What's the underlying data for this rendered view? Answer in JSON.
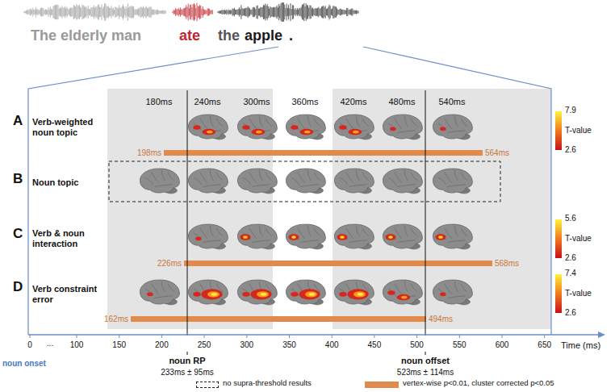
{
  "diagram": {
    "labels": [
      "The elderly man",
      "ate",
      "the",
      "apple",
      ".",
      "180ms",
      "240ms",
      "300ms",
      "360ms",
      "420ms",
      "480ms",
      "540ms",
      "A",
      "Verb-weighted noun topic",
      "B",
      "Noun topic",
      "C",
      "Verb & noun interaction",
      "D",
      "Verb constraint error",
      "7.9",
      "T-value",
      "2.6",
      "198ms",
      "564ms",
      "5.6",
      "T-value",
      "2.6",
      "226ms",
      "568ms",
      "7.4",
      "T-value",
      "2.6",
      "162ms",
      "494ms",
      "0",
      "...",
      "100",
      "150",
      "200",
      "250",
      "300",
      "350",
      "400",
      "450",
      "500",
      "550",
      "600",
      "650",
      "Time (ms)",
      "noun onset",
      "noun RP",
      "233ms ± 95ms",
      "noun offset",
      "523ms ± 114ms"
    ],
    "legend": [
      {
        "text": "no supra-threshold results"
      },
      {
        "text": "vertex-wise p<0.01, cluster corrected p<0.05",
        "color": "#e08a4c"
      }
    ]
  }
}
